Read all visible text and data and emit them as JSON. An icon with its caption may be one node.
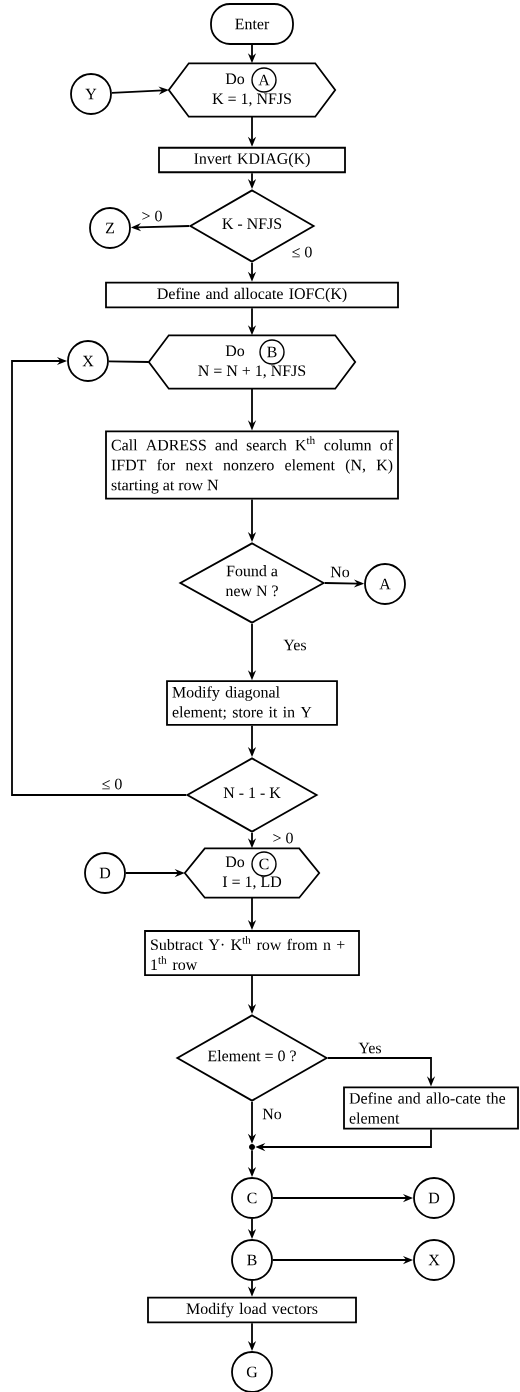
{
  "diagram": {
    "nodes": [
      {
        "text": [
          "Enter"
        ]
      },
      {
        "text": [
          "Y"
        ]
      },
      {
        "text": [
          "Do",
          "K = 1, NFJS"
        ]
      },
      {
        "text": [
          "A"
        ],
        "in": 2
      },
      {
        "text": [
          "Invert KDIAG(K)"
        ]
      },
      {
        "text": [
          "Z"
        ]
      },
      {
        "text": [
          "K - NFJS"
        ]
      },
      {
        "text": [
          "Define and allocate IOFC(K)"
        ]
      },
      {
        "text": [
          "X"
        ]
      },
      {
        "text": [
          "Do",
          "N = N + 1, NFJS"
        ]
      },
      {
        "text": [
          "B"
        ],
        "in": 9
      },
      {
        "text": [
          "Call ADRESS and search K$^{th}$ column of IFDT for next nonzero element (N, K) starting at row N"
        ]
      },
      {
        "text": [
          "Found a new N ?"
        ]
      },
      {
        "text": [
          "A"
        ]
      },
      {
        "text": [
          "Modify diagonal element; store it in Y"
        ]
      },
      {
        "text": [
          "N - 1 - K"
        ]
      },
      {
        "text": [
          "D"
        ]
      },
      {
        "text": [
          "Do",
          "I = 1, LD"
        ]
      },
      {
        "text": [
          "C"
        ],
        "in": 17
      },
      {
        "text": [
          "Subtract Y· K$^{th}$ row from n + 1$^{th}$ row"
        ]
      },
      {
        "text": [
          "Element = 0 ?"
        ]
      },
      {
        "text": [
          "Define and allo-cate the element"
        ]
      },
      {
        "text": [],
        "shape": "dot"
      },
      {
        "text": [
          "C"
        ]
      },
      {
        "text": [
          "D"
        ]
      },
      {
        "text": [
          "B"
        ]
      },
      {
        "text": [
          "X"
        ]
      },
      {
        "text": [
          "Modify load vectors"
        ]
      },
      {
        "text": [
          "G"
        ]
      }
    ],
    "edges": [
      {
        "from": 0,
        "to": 2,
        "arrow": "to"
      },
      {
        "from": 1,
        "to": 2,
        "arrow": "to"
      },
      {
        "from": 2,
        "to": 4,
        "arrow": "to"
      },
      {
        "from": 4,
        "to": 6,
        "arrow": "to"
      },
      {
        "from": 6,
        "to": 5,
        "arrow": "to",
        "label": "> 0"
      },
      {
        "from": 6,
        "to": 7,
        "arrow": "to",
        "label": "≤ 0"
      },
      {
        "from": 7,
        "to": 9,
        "arrow": "to"
      },
      {
        "from": 8,
        "to": 9,
        "arrow": "none"
      },
      {
        "from": 9,
        "to": 11,
        "arrow": "to"
      },
      {
        "from": 11,
        "to": 12,
        "arrow": "to"
      },
      {
        "from": 12,
        "to": 13,
        "arrow": "to",
        "label": "No"
      },
      {
        "from": 12,
        "to": 14,
        "arrow": "to",
        "label": "Yes"
      },
      {
        "from": 14,
        "to": 15,
        "arrow": "to"
      },
      {
        "from": 15,
        "to": 8,
        "arrow": "to",
        "label": "≤ 0"
      },
      {
        "from": 15,
        "to": 17,
        "arrow": "to",
        "label": "> 0"
      },
      {
        "from": 16,
        "to": 17,
        "arrow": "to"
      },
      {
        "from": 17,
        "to": 19,
        "arrow": "to"
      },
      {
        "from": 19,
        "to": 20,
        "arrow": "to"
      },
      {
        "from": 20,
        "to": 21,
        "arrow": "to",
        "label": "Yes"
      },
      {
        "from": 20,
        "to": 22,
        "arrow": "to",
        "label": "No"
      },
      {
        "from": 21,
        "to": 22,
        "arrow": "to"
      },
      {
        "from": 22,
        "to": 23,
        "arrow": "to"
      },
      {
        "from": 23,
        "to": 24,
        "arrow": "to"
      },
      {
        "from": 23,
        "to": 25,
        "arrow": "to"
      },
      {
        "from": 25,
        "to": 26,
        "arrow": "to"
      },
      {
        "from": 25,
        "to": 27,
        "arrow": "to"
      },
      {
        "from": 27,
        "to": 28,
        "arrow": "to"
      }
    ]
  }
}
